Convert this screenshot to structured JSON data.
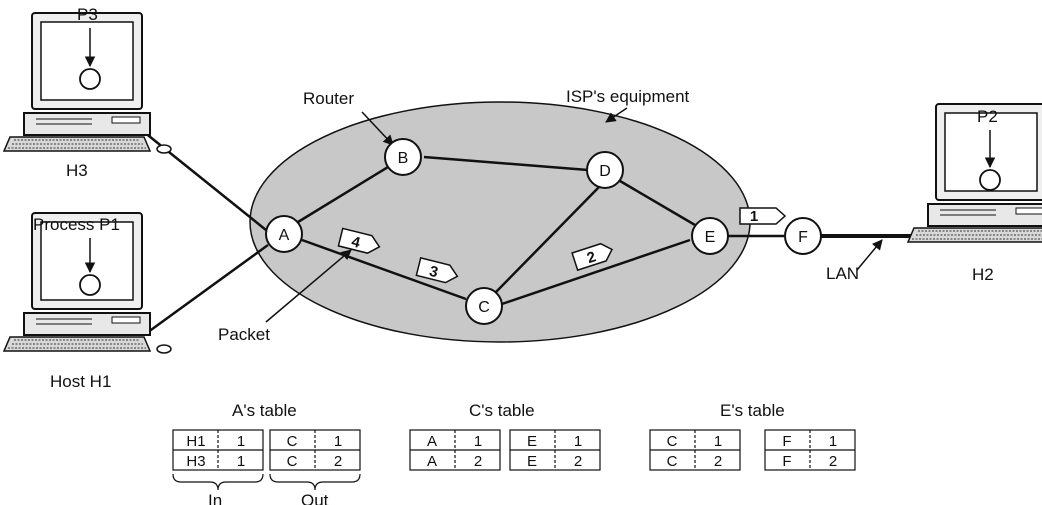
{
  "labels": {
    "p3": "P3",
    "h3": "H3",
    "process_p1": "Process P1",
    "host_h1": "Host H1",
    "router": "Router",
    "isp": "ISP's equipment",
    "packet": "Packet",
    "p2": "P2",
    "h2": "H2",
    "lan": "LAN"
  },
  "nodes": {
    "A": "A",
    "B": "B",
    "C": "C",
    "D": "D",
    "E": "E",
    "F": "F"
  },
  "packets": [
    "1",
    "2",
    "3",
    "4"
  ],
  "tables": {
    "a": {
      "title": "A's table",
      "in": [
        [
          "H1",
          "1"
        ],
        [
          "H3",
          "1"
        ]
      ],
      "out": [
        [
          "C",
          "1"
        ],
        [
          "C",
          "2"
        ]
      ],
      "in_label": "In",
      "out_label": "Out"
    },
    "c": {
      "title": "C's table",
      "in": [
        [
          "A",
          "1"
        ],
        [
          "A",
          "2"
        ]
      ],
      "out": [
        [
          "E",
          "1"
        ],
        [
          "E",
          "2"
        ]
      ]
    },
    "e": {
      "title": "E's table",
      "in": [
        [
          "C",
          "1"
        ],
        [
          "C",
          "2"
        ]
      ],
      "out": [
        [
          "F",
          "1"
        ],
        [
          "F",
          "2"
        ]
      ]
    }
  },
  "colors": {
    "isp_fill": "#c8c8c8",
    "line": "#111111"
  }
}
